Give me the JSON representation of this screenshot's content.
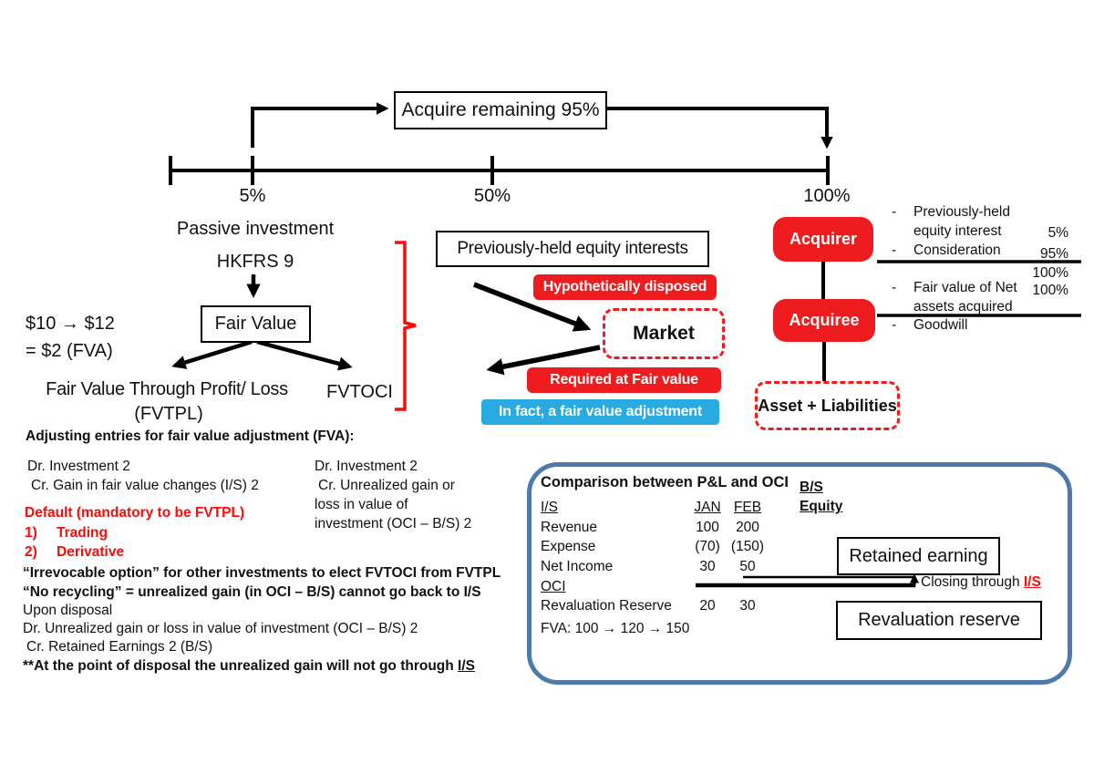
{
  "colors": {
    "red": "#ee1c1e",
    "textred": "#fa0a0a",
    "cyan": "#29abe2",
    "blueborder": "#4d7aa8"
  },
  "timeline": {
    "acquire_label": "Acquire remaining 95%",
    "tick5": "5%",
    "tick50": "50%",
    "tick100": "100%"
  },
  "left": {
    "passive": "Passive investment",
    "standard": "HKFRS 9",
    "calc_line1": "$10 → $12",
    "calc_line2": "= $2 (FVA)",
    "fair_value": "Fair Value",
    "fvtpl_line1": "Fair Value Through Profit/ Loss",
    "fvtpl_line2": "(FVTPL)",
    "fvtoci": "FVTOCI"
  },
  "middle": {
    "prev_held": "Previously-held equity interests",
    "hypothetically": "Hypothetically disposed",
    "market": "Market",
    "required": "Required at Fair value",
    "in_fact": "In fact, a fair value adjustment"
  },
  "right": {
    "acquirer": "Acquirer",
    "acquiree": "Acquiree",
    "assets": "Asset + Liabilities",
    "calc": {
      "bullet": "-",
      "prev_l1": "Previously-held",
      "prev_l2": "equity interest",
      "prev_val": "5%",
      "consideration": "Consideration",
      "consideration_val": "95%",
      "subtotal": "100%",
      "fvnet_l1": "Fair value of Net",
      "fvnet_l2": "assets acquired",
      "fvnet_val": "100%",
      "goodwill": "Goodwill"
    }
  },
  "notes": {
    "heading": "Adjusting entries for fair value adjustment (FVA):",
    "entry1_l1": "Dr. Investment 2",
    "entry1_l2": "Cr. Gain in fair value changes (I/S) 2",
    "entry2_l1": "Dr. Investment 2",
    "entry2_l2": "Cr. Unrealized gain or",
    "entry2_l3": "loss in value of",
    "entry2_l4": "investment (OCI – B/S) 2",
    "default_heading": "Default (mandatory to be FVTPL)",
    "item1_num": "1)",
    "item1": "Trading",
    "item2_num": "2)",
    "item2": "Derivative",
    "irrevocable": "“Irrevocable option” for other investments to elect FVTOCI from FVTPL",
    "no_recycling": "“No recycling” = unrealized gain (in OCI – B/S) cannot go back to I/S",
    "upon_disposal": "Upon disposal",
    "disposal_dr": "Dr. Unrealized gain or loss in value of investment (OCI – B/S) 2",
    "disposal_cr": "Cr. Retained Earnings 2 (B/S)",
    "footnote_pre": "**At the point of disposal the unrealized gain will not go through ",
    "footnote_is": "I/S"
  },
  "comparison": {
    "title": "Comparison between P&L and OCI",
    "is_header": "I/S",
    "col_jan": "JAN",
    "col_feb": "FEB",
    "rows": [
      {
        "label": "Revenue",
        "jan": "100",
        "feb": "200"
      },
      {
        "label": "Expense",
        "jan": "(70)",
        "feb": "(150)"
      },
      {
        "label": "Net Income",
        "jan": "30",
        "feb": "50"
      }
    ],
    "oci_header": "OCI",
    "reval": {
      "label": "Revaluation Reserve",
      "jan": "20",
      "feb": "30"
    },
    "fva_note": "FVA: 100 → 120 → 150",
    "bs": "B/S",
    "equity": "Equity",
    "retained_box": "Retained earning",
    "closing_pre": "Closing through ",
    "closing_is": "I/S",
    "reval_box": "Revaluation reserve"
  }
}
